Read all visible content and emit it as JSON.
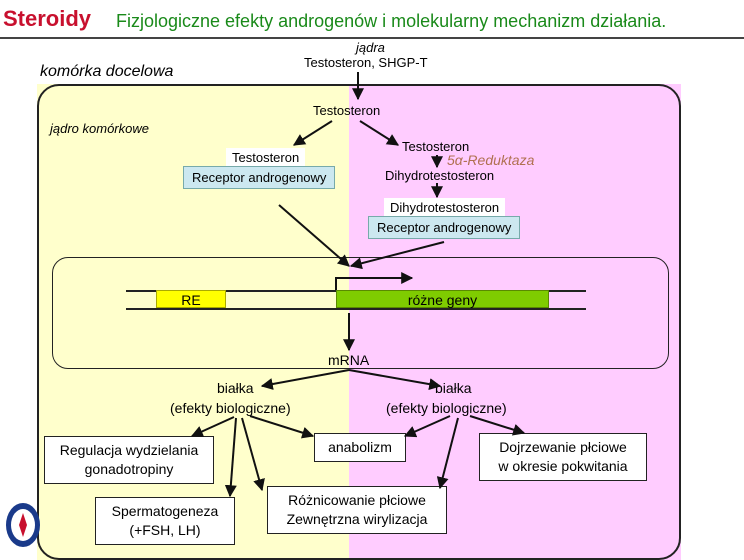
{
  "header": {
    "title": "Steroidy",
    "subtitle": "Fizjologiczne efekty androgenów i molekularny mechanizm działania."
  },
  "top": {
    "nucleus_label": "jądra",
    "inputs": "Testosteron, SHGP-T"
  },
  "cell": {
    "label": "komórka docelowa",
    "nucleus_label": "jądro komórkowe"
  },
  "pathway": {
    "testosterone": "Testosteron",
    "left_testosterone": "Testosteron",
    "left_receptor": "Receptor androgenowy",
    "right_testosterone": "Testosteron",
    "enzyme": "5α-Reduktaza",
    "dht": "Dihydrotestosteron",
    "dht_box": "Dihydrotestosteron",
    "right_receptor": "Receptor androgenowy"
  },
  "dna": {
    "re": "RE",
    "genes": "różne geny",
    "mrna": "mRNA"
  },
  "proteins": {
    "left_name": "białka",
    "left_effect": "(efekty biologiczne)",
    "right_name": "białka",
    "right_effect": "(efekty biologiczne)"
  },
  "effects": {
    "regulation_line1": "Regulacja wydzielania",
    "regulation_line2": "gonadotropiny",
    "anabolism": "anabolizm",
    "puberty_line1": "Dojrzewanie płciowe",
    "puberty_line2": "w okresie pokwitania",
    "spermatogenesis_line1": "Spermatogeneza",
    "spermatogenesis_line2": "(+FSH, LH)",
    "differentiation_line1": "Różnicowanie płciowe",
    "differentiation_line2": "Zewnętrzna wirylizacja"
  },
  "colors": {
    "title": "#c8102e",
    "subtitle": "#1a8a1a",
    "cytoplasm_left": "#ffffcc",
    "cytoplasm_right": "#ffccff",
    "receptor": "#cce8f0",
    "re": "#ffff00",
    "genes": "#7fcc00",
    "enzyme": "#b07050"
  }
}
